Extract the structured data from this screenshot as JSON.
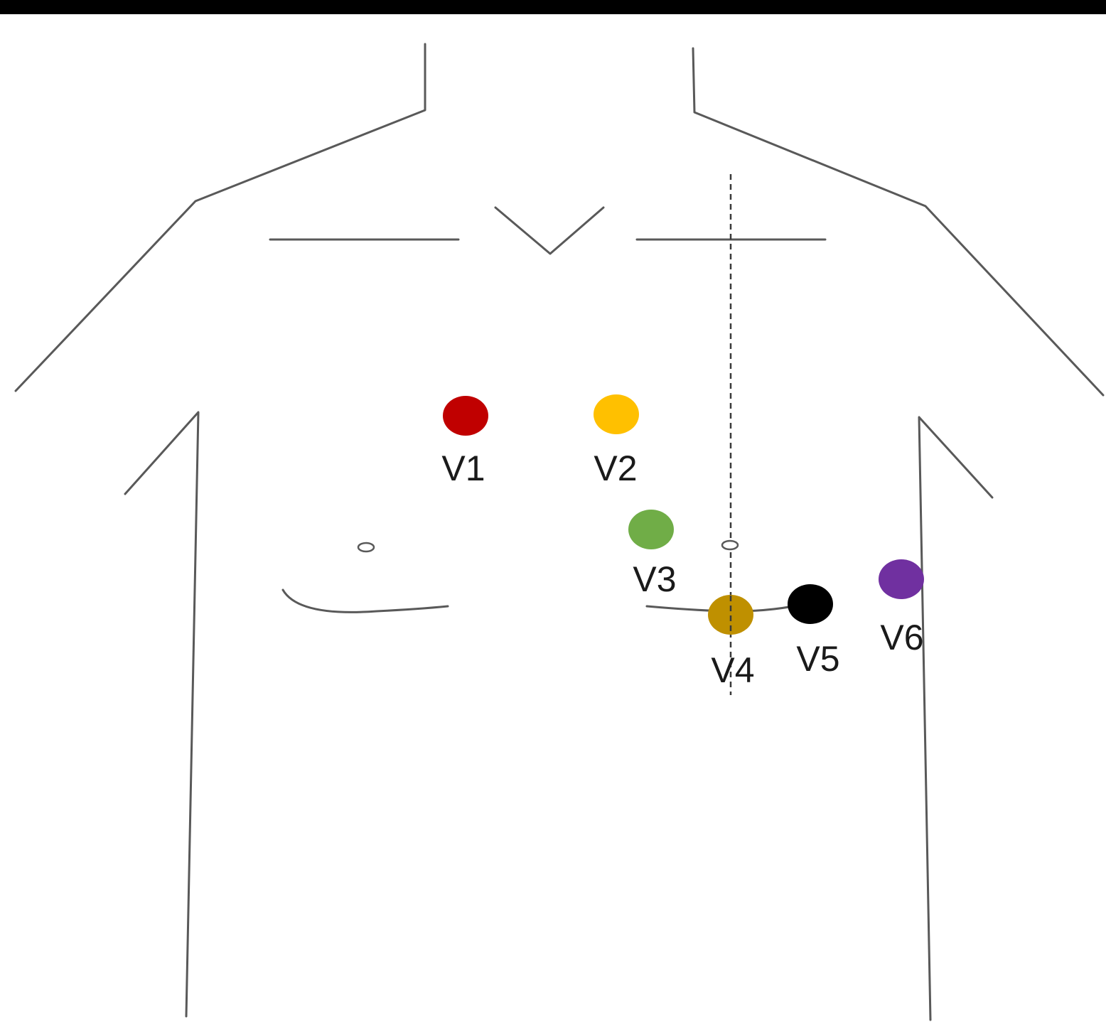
{
  "leads": [
    {
      "id": "v1",
      "label": "V1",
      "color": "#c00000"
    },
    {
      "id": "v2",
      "label": "V2",
      "color": "#ffc000"
    },
    {
      "id": "v3",
      "label": "V3",
      "color": "#70ad47"
    },
    {
      "id": "v4",
      "label": "V4",
      "color": "#bf9000"
    },
    {
      "id": "v5",
      "label": "V5",
      "color": "#000000"
    },
    {
      "id": "v6",
      "label": "V6",
      "color": "#7030a0"
    }
  ]
}
